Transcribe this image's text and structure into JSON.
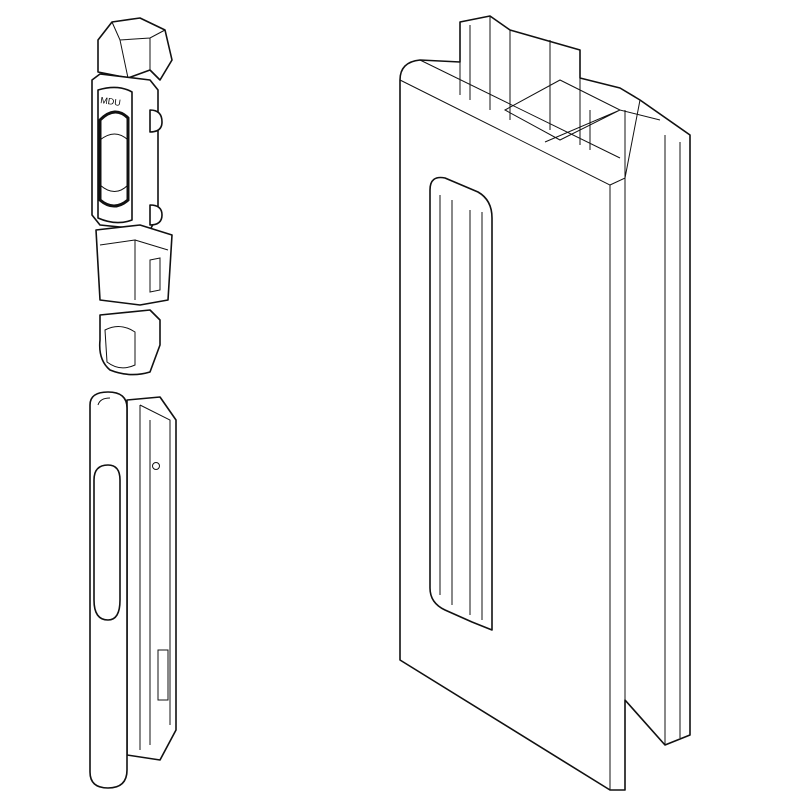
{
  "drawing": {
    "components": [
      "latch-mechanism",
      "flush-pull-handle",
      "aluminium-frame-profile"
    ],
    "logo_text": "MDU",
    "stroke_color": "#111111",
    "background_color": "#ffffff"
  }
}
